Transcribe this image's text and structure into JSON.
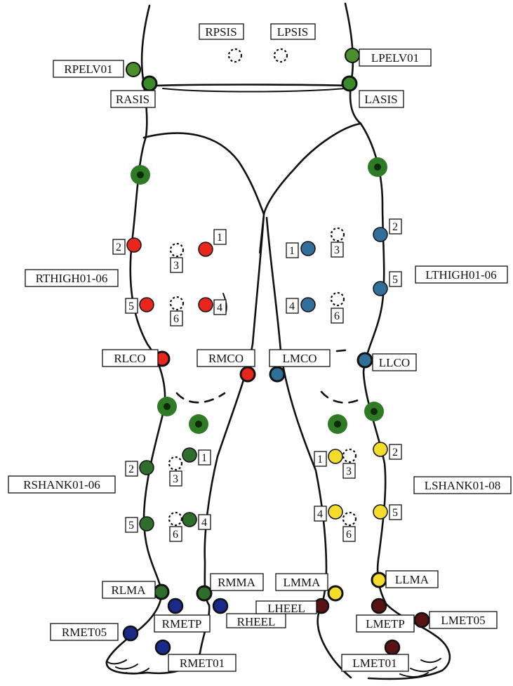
{
  "colors": {
    "pelvis_green": "#3a8a2a",
    "right_thigh": "#e8261c",
    "left_thigh": "#2f6f9a",
    "right_shank": "#2f6e2a",
    "left_shank": "#f4dc2a",
    "right_foot": "#1a2a8a",
    "left_foot": "#5a1212",
    "dark_green": "#1f5a1a"
  },
  "labels": {
    "rpsis": "RPSIS",
    "lpsis": "LPSIS",
    "rpelv01": "RPELV01",
    "lpelv01": "LPELV01",
    "rasis": "RASIS",
    "lasis": "LASIS",
    "rthigh": "RTHIGH01-06",
    "lthigh": "LTHIGH01-06",
    "rlco": "RLCO",
    "rmco": "RMCO",
    "lmco": "LMCO",
    "llco": "LLCO",
    "rshank": "RSHANK01-06",
    "lshank": "LSHANK01-08",
    "rlma": "RLMA",
    "rmma": "RMMA",
    "lmma": "LMMA",
    "llma": "LLMA",
    "rmet05": "RMET05",
    "rmetp": "RMETP",
    "rheel": "RHEEL",
    "lheel": "LHEEL",
    "lmetp": "LMETP",
    "lmet05": "LMET05",
    "rmet01": "RMET01",
    "lmet01": "LMET01"
  },
  "numbers": {
    "rthigh": [
      "1",
      "2",
      "3",
      "4",
      "5",
      "6"
    ],
    "lthigh": [
      "1",
      "2",
      "3",
      "4",
      "5",
      "6"
    ],
    "rshank": [
      "1",
      "2",
      "3",
      "4",
      "5",
      "6"
    ],
    "lshank": [
      "1",
      "2",
      "3",
      "4",
      "5",
      "6"
    ]
  }
}
